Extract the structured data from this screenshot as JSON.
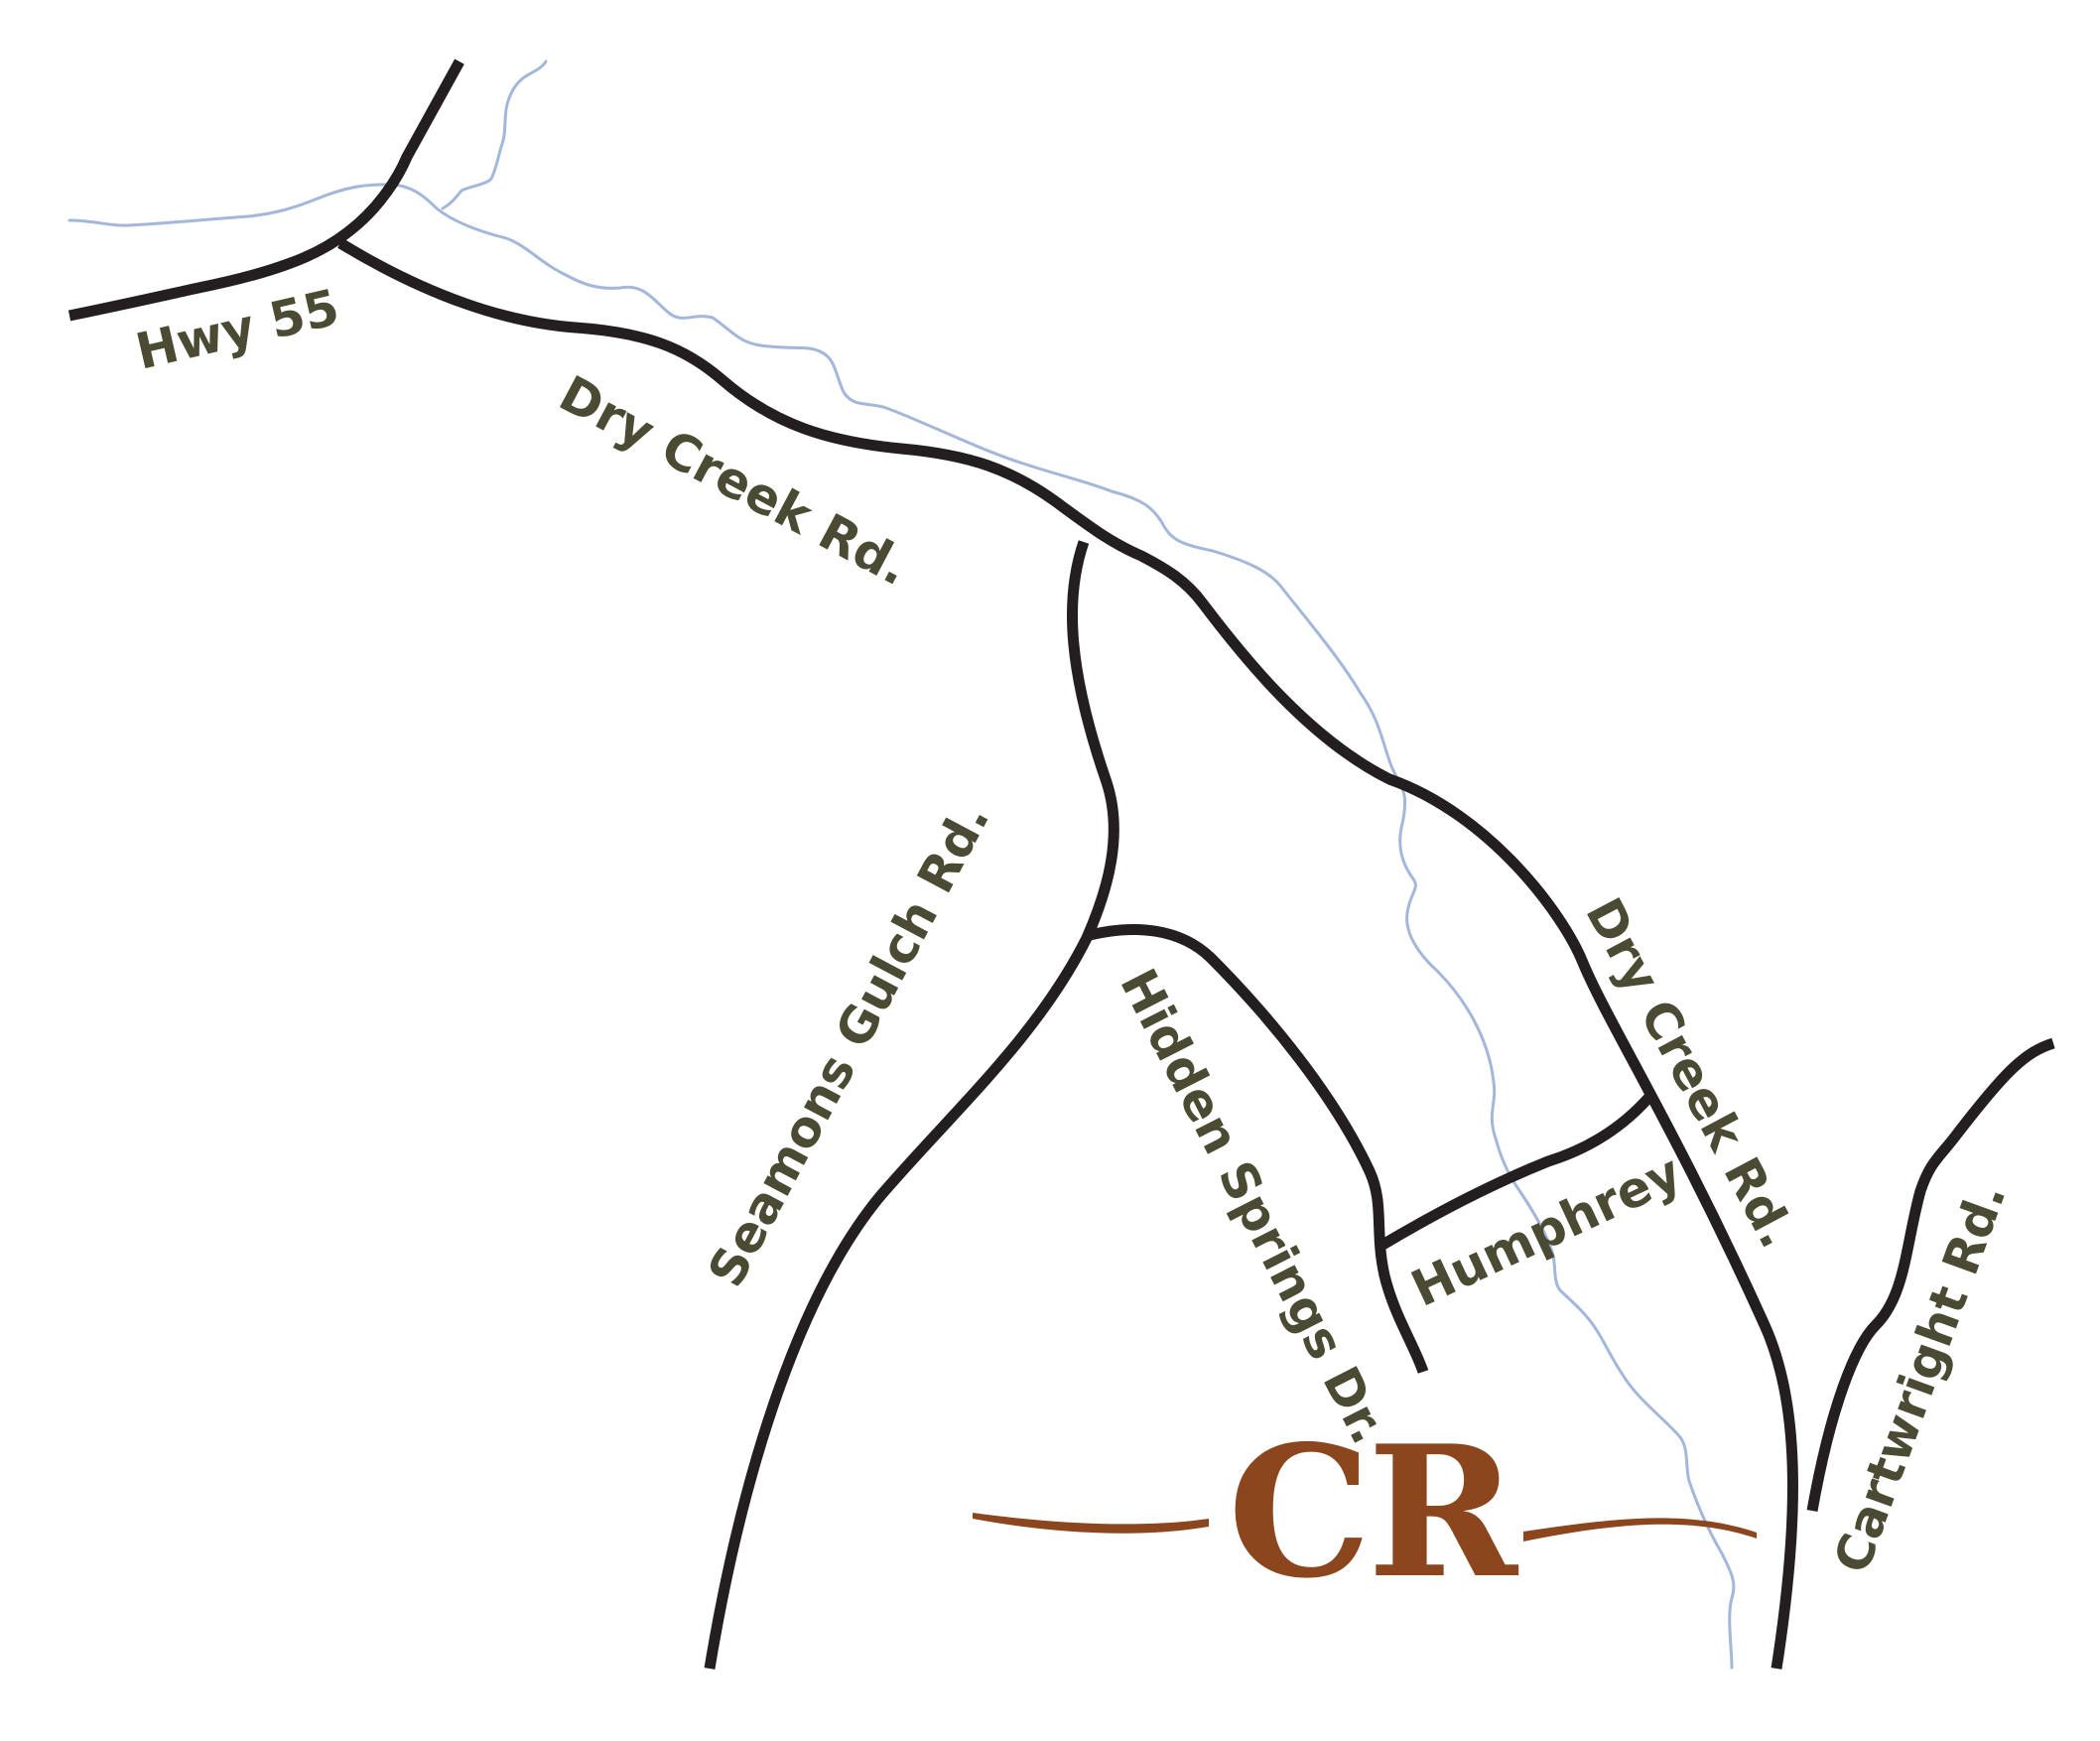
{
  "map": {
    "colors": {
      "road": "#231f20",
      "creek": "#a3b7db",
      "label": "#4b4a33",
      "logo": "#8b461e",
      "background": "#ffffff"
    },
    "roads": {
      "hwy_55": "Hwy 55",
      "dry_creek_rd_north": "Dry Creek Rd.",
      "dry_creek_rd_south": "Dry Creek Rd.",
      "seamons_gulch_rd": "Seamons Gulch Rd.",
      "hidden_springs_dr": "Hidden Springs Dr.",
      "humphrey": "Humphrey",
      "cartwright_rd": "Cartwright Rd."
    },
    "logo": {
      "text": "CR"
    }
  }
}
